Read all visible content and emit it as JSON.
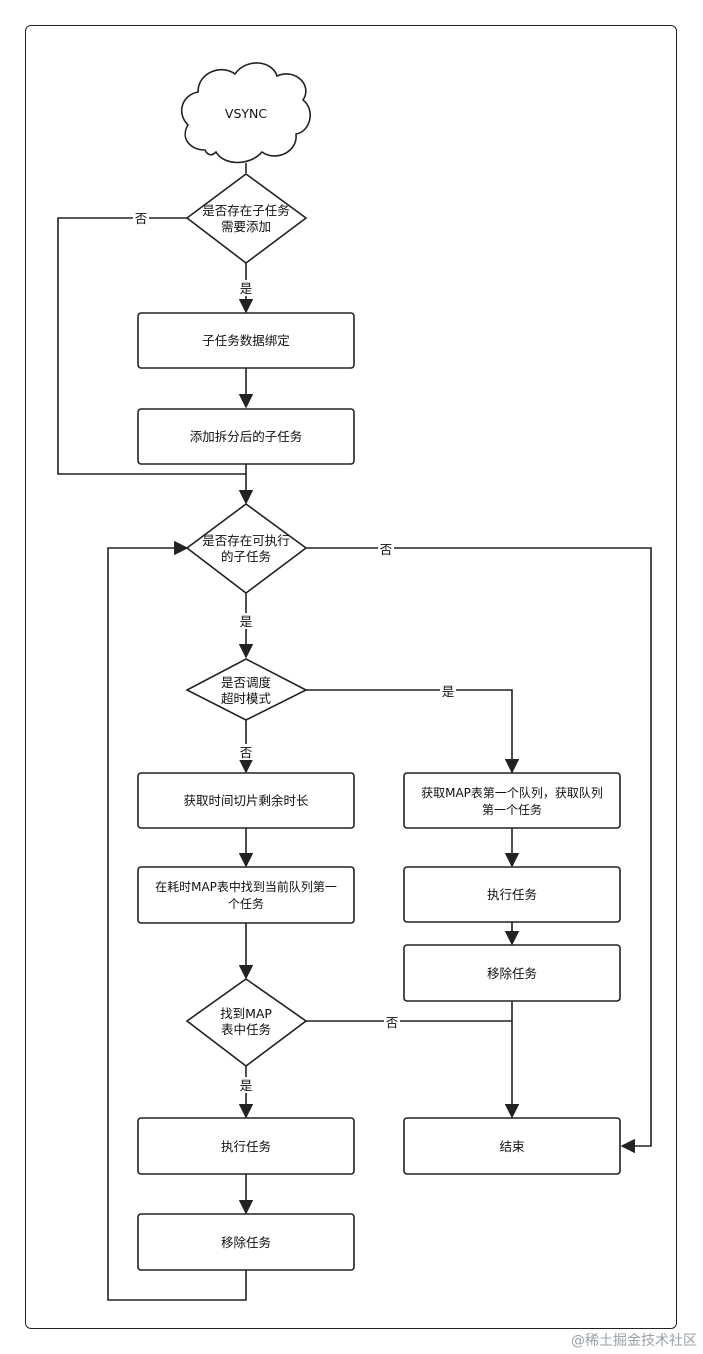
{
  "nodes": {
    "vsync": "VSYNC",
    "d1_line1": "是否存在子任务",
    "d1_line2": "需要添加",
    "bind": "子任务数据绑定",
    "add_split": "添加拆分后的子任务",
    "d2_line1": "是否存在可执行",
    "d2_line2": "的子任务",
    "d3_line1": "是否调度",
    "d3_line2": "超时模式",
    "get_slice": "获取时间切片剩余时长",
    "find_line1": "在耗时MAP表中找到当前队列第一",
    "find_line2": "个任务",
    "d4_line1": "找到MAP",
    "d4_line2": "表中任务",
    "exec_left": "执行任务",
    "remove_left": "移除任务",
    "map_line1": "获取MAP表第一个队列，获取队列",
    "map_line2": "第一个任务",
    "exec_right": "执行任务",
    "remove_right": "移除任务",
    "end": "结束"
  },
  "edges": {
    "d1_no": "否",
    "d1_yes": "是",
    "d2_yes": "是",
    "d2_no": "否",
    "d3_yes": "是",
    "d3_no": "否",
    "d4_no": "否",
    "d4_yes": "是"
  },
  "watermark": "@稀土掘金技术社区"
}
